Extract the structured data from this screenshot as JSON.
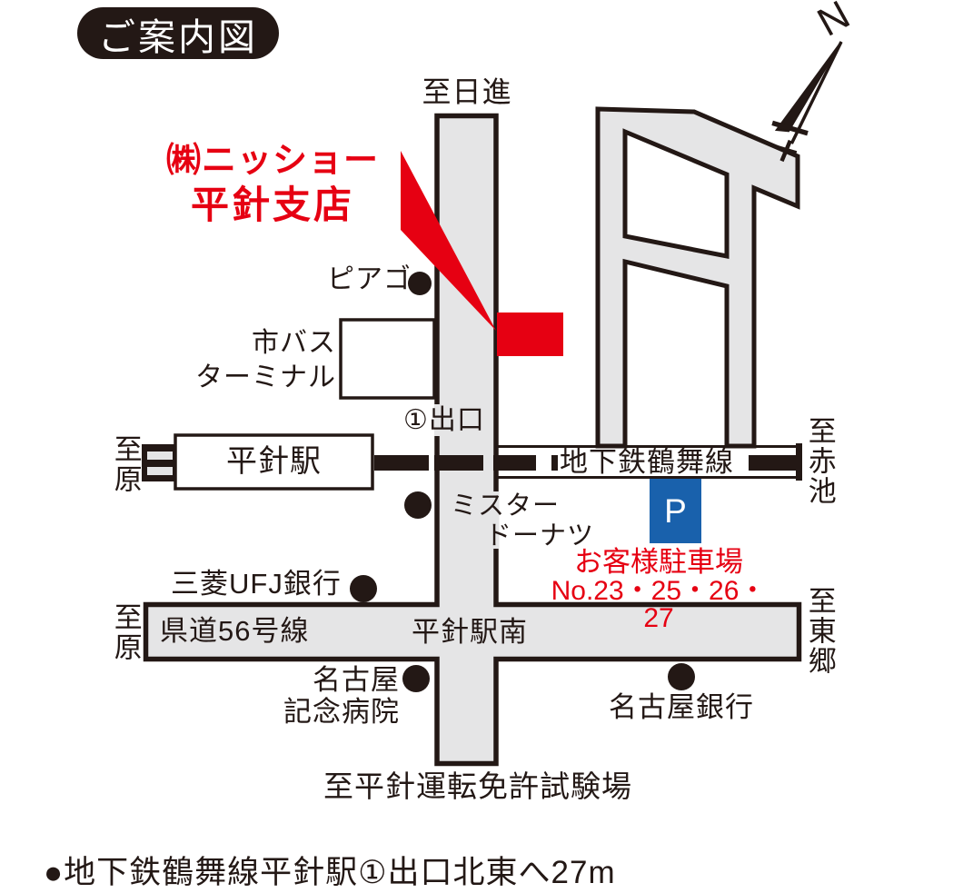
{
  "title": "ご案内図",
  "destination": {
    "line1": "㈱ニッショー",
    "line2": "平針支店"
  },
  "compass": {
    "label": "N"
  },
  "map": {
    "to_nisshin": "至日進",
    "to_hara_rail": "至原",
    "to_akaike": "至赤池",
    "to_hara_road": "至原",
    "to_togo": "至東郷",
    "to_license_center": "至平針運転免許試験場",
    "station": "平針駅",
    "exit": "①出口",
    "subway_line": "地下鉄鶴舞線",
    "pref_road": "県道56号線",
    "station_south": "平針駅南",
    "landmarks": {
      "piago": "ピアゴ",
      "bus_terminal_line1": "市バス",
      "bus_terminal_line2": "ターミナル",
      "mister_donut_line1": "ミスター",
      "mister_donut_line2": "ドーナツ",
      "ufj_bank": "三菱UFJ銀行",
      "nagoya_memorial_line1": "名古屋",
      "nagoya_memorial_line2": "記念病院",
      "nagoya_bank": "名古屋銀行"
    },
    "parking": {
      "symbol": "P",
      "label_line1": "お客様駐車場",
      "label_line2": "No.23・25・26・27"
    }
  },
  "footer": "●地下鉄鶴舞線平針駅①出口北東へ27m",
  "colors": {
    "accent_red": "#e60012",
    "parking_blue": "#1961ac",
    "road_gray": "#e5e5e6",
    "ink_black": "#231815"
  }
}
